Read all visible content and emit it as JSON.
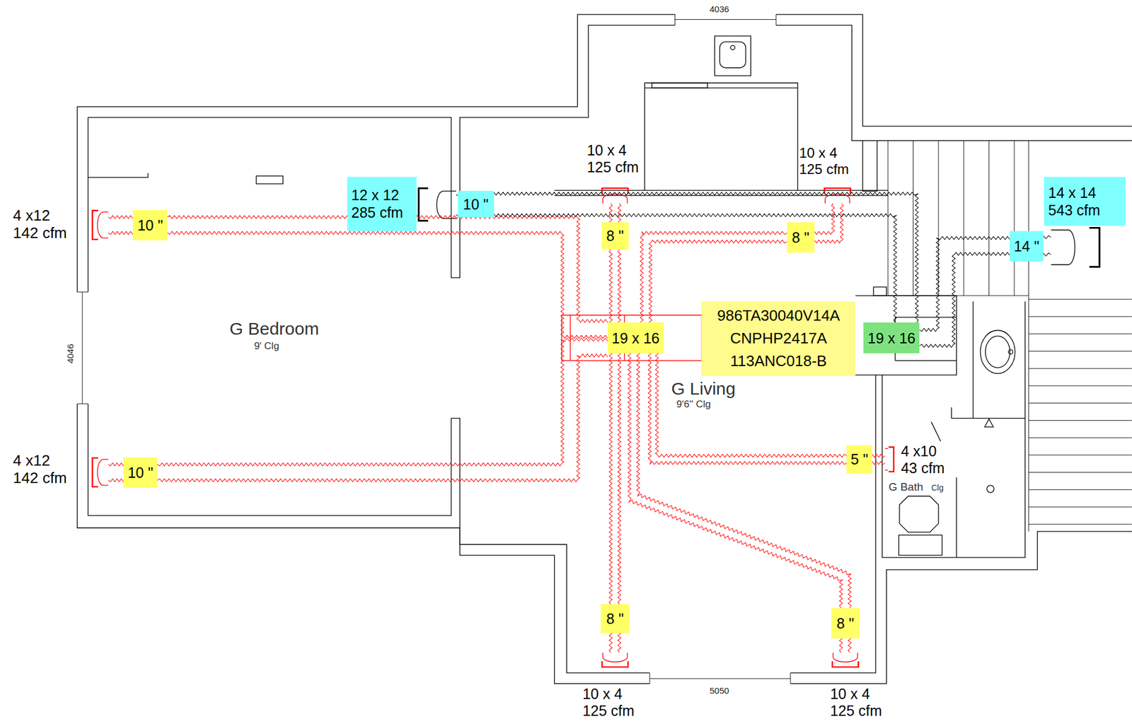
{
  "diagram": {
    "nodes": [
      {
        "text": [
          "12 x 12 285 cfm"
        ]
      },
      {
        "text": [
          "10 \""
        ]
      },
      {
        "text": [
          "14 x 14 543 cfm"
        ]
      },
      {
        "text": [
          "10 \""
        ]
      },
      {
        "text": [
          "8 \""
        ]
      },
      {
        "text": [
          "8 \""
        ]
      },
      {
        "text": [
          "14 \""
        ]
      },
      {
        "text": [
          "19 x 16"
        ]
      },
      {
        "text": [
          "986TA30040V14A CNPHP2417A 113ANC018-B"
        ]
      },
      {
        "text": [
          "19 x 16"
        ]
      },
      {
        "text": [
          "5 \""
        ]
      },
      {
        "text": [
          "10 \""
        ]
      },
      {
        "text": [
          "8 \""
        ]
      },
      {
        "text": [
          "8 \""
        ]
      }
    ],
    "edges": [
      {
        "from": 7,
        "to": 3,
        "arrow": "none"
      },
      {
        "from": 7,
        "to": 4,
        "arrow": "none"
      },
      {
        "from": 7,
        "to": 5,
        "arrow": "none"
      },
      {
        "from": 7,
        "to": 10,
        "arrow": "none"
      },
      {
        "from": 7,
        "to": 11,
        "arrow": "none"
      },
      {
        "from": 7,
        "to": 12,
        "arrow": "none"
      },
      {
        "from": 7,
        "to": 13,
        "arrow": "none"
      },
      {
        "from": 1,
        "to": 9,
        "arrow": "none"
      },
      {
        "from": 6,
        "to": 9,
        "arrow": "none"
      }
    ],
    "labels": [
      "4036",
      "10 x 4 125 cfm",
      "10 x 4 125 cfm",
      "4 x12 142 cfm",
      "G Bedroom",
      "9' Clg",
      "4046",
      "G Living",
      "9'6'' Clg",
      "4 x12 142 cfm",
      "4 x10 43 cfm",
      "G Bath",
      "Clg",
      "10 x 4 125 cfm",
      "5050",
      "10 x 4 125 cfm"
    ]
  }
}
